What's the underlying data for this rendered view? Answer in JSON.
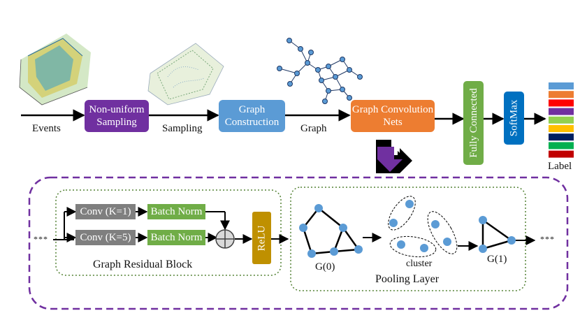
{
  "pipeline": {
    "events_label": "Events",
    "nonuniform_sampling": "Non-uniform Sampling",
    "sampling_label": "Sampling",
    "graph_construction": "Graph Construction",
    "graph_label": "Graph",
    "graph_conv_nets": "Graph Convolution Nets",
    "fully_connected": "Fully Connected",
    "softmax": "SoftMax",
    "label": "Label"
  },
  "residual_block": {
    "conv_k1": "Conv (K=1)",
    "conv_k5": "Conv (K=5)",
    "batch_norm_top": "Batch Norm",
    "batch_norm_bottom": "Batch Norm",
    "relu": "ReLU",
    "title": "Graph Residual Block",
    "ellipsis_left": "***"
  },
  "pooling": {
    "g0": "G(0)",
    "cluster": "cluster",
    "g1": "G(1)",
    "title": "Pooling Layer",
    "ellipsis_right": "***"
  },
  "colors": {
    "purple": "#7030a0",
    "blue": "#5b9bd5",
    "orange": "#ed7d31",
    "green": "#70ad47",
    "dark_blue": "#0070c0",
    "gray": "#7f7f7f",
    "gold": "#bf9000",
    "node_blue": "#5b9bd5",
    "dash_purple": "#7030a0",
    "dot_green": "#548235"
  },
  "label_bar_colors": [
    "#5b9bd5",
    "#ed7d31",
    "#ff0000",
    "#7030a0",
    "#92d050",
    "#ffc000",
    "#002060",
    "#00b050",
    "#c00000"
  ]
}
